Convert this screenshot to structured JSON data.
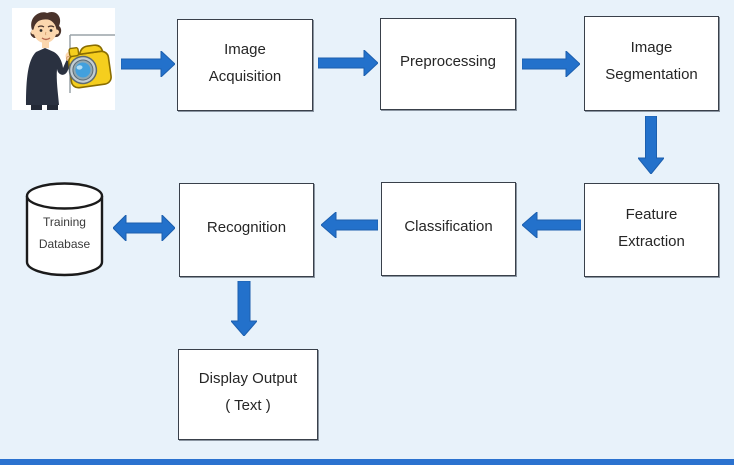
{
  "page": {
    "background": "#e8f2fa",
    "accent_blue": "#2371cb",
    "box_border": "#39404a",
    "footer_bar_color": "#2b72cf"
  },
  "icons": {
    "source_illustration": "person-with-camera-illustration",
    "database_shape": "database-cylinder-icon"
  },
  "nodes": {
    "image_acquisition": {
      "label": "Image\nAcquisition"
    },
    "preprocessing": {
      "label": "Preprocessing"
    },
    "image_segmentation": {
      "label": "Image\nSegmentation"
    },
    "feature_extraction": {
      "label": "Feature\nExtraction"
    },
    "classification": {
      "label": "Classification"
    },
    "recognition": {
      "label": "Recognition"
    },
    "training_database": {
      "label": "Training\nDatabase"
    },
    "display_output": {
      "label": "Display Output\n( Text )"
    }
  },
  "edges": [
    {
      "from": "source-illustration",
      "to": "image_acquisition",
      "type": "arrow-right"
    },
    {
      "from": "image_acquisition",
      "to": "preprocessing",
      "type": "arrow-right"
    },
    {
      "from": "preprocessing",
      "to": "image_segmentation",
      "type": "arrow-right"
    },
    {
      "from": "image_segmentation",
      "to": "feature_extraction",
      "type": "arrow-down"
    },
    {
      "from": "feature_extraction",
      "to": "classification",
      "type": "arrow-left"
    },
    {
      "from": "classification",
      "to": "recognition",
      "type": "arrow-left"
    },
    {
      "from": "recognition",
      "to": "training_database",
      "type": "arrow-bidirectional"
    },
    {
      "from": "recognition",
      "to": "display_output",
      "type": "arrow-down"
    }
  ]
}
